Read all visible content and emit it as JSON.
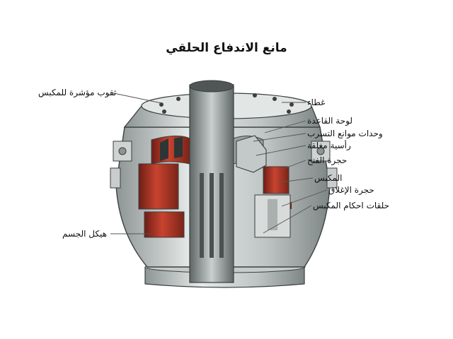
{
  "title": "مانع الاندفاع الحلقي",
  "labels": {
    "piston_indicator_holes": "ثقوب مؤشرة للمكبس",
    "body": "هيكل الجسم",
    "cover": "غطاء",
    "base_plate": "لوحة القاعدة",
    "leak_barrier_units": "وحدات موانع التسرب",
    "closing_head": "رأسية مغلقة",
    "opening_chamber": "حجرة الفتح",
    "piston": "المكبس",
    "closing_chamber": "حجرة الإغلاق",
    "piston_seal_rings": "حلقات احكام المكبس"
  },
  "colors": {
    "steel_light": "#dfe3e2",
    "steel_mid": "#b9bfbe",
    "steel_dark": "#7d8584",
    "rubber_red": "#b5392a",
    "rubber_dark": "#6e1e16",
    "outline": "#3a3f3f"
  }
}
